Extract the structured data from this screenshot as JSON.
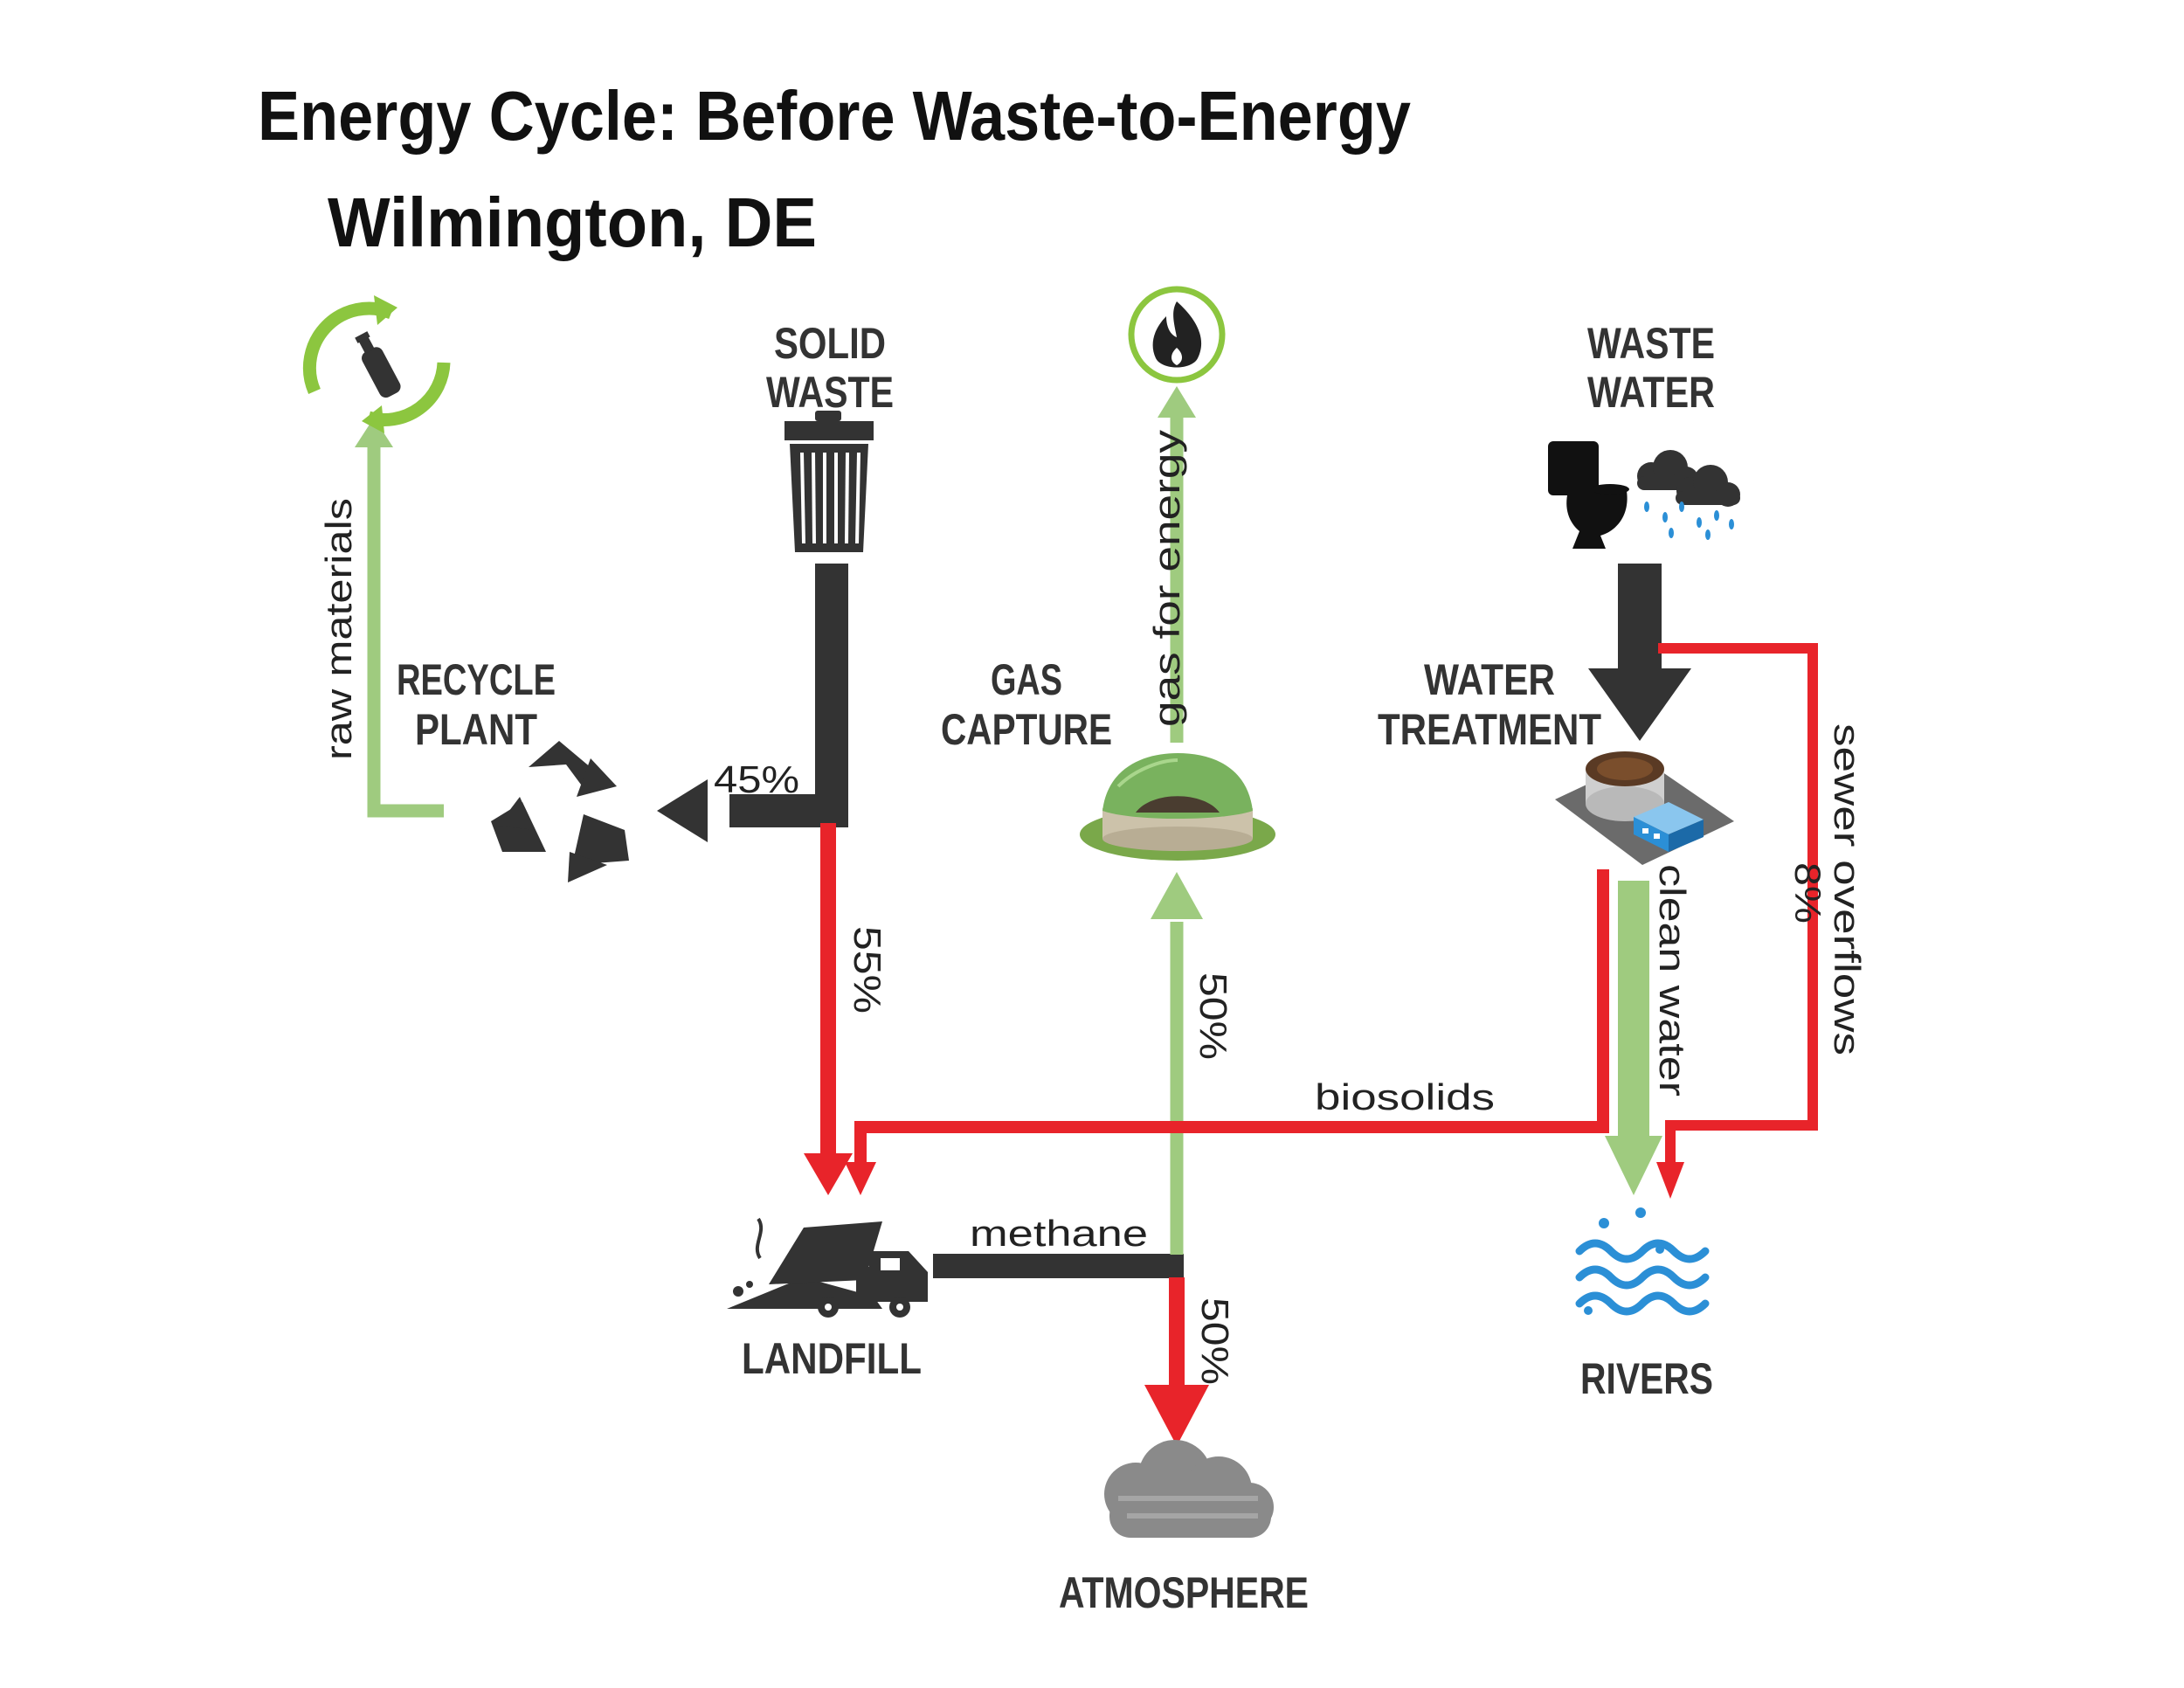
{
  "title": {
    "line1": "Energy Cycle: Before Waste-to-Energy",
    "line2": "Wilmington, DE"
  },
  "nodes": {
    "solid_waste": [
      "SOLID",
      "WASTE"
    ],
    "waste_water": [
      "WASTE",
      "WATER"
    ],
    "recycle_plant": [
      "RECYCLE",
      "PLANT"
    ],
    "gas_capture": [
      "GAS",
      "CAPTURE"
    ],
    "water_treatment": [
      "WATER",
      "TREATMENT"
    ],
    "landfill": "LANDFILL",
    "rivers": "RIVERS",
    "atmosphere": "ATMOSPHERE"
  },
  "flows": {
    "raw_materials": "raw materials",
    "gas_for_energy": "gas for energy",
    "to_recycle": "45%",
    "to_landfill": "55%",
    "to_gas_capture": "50%",
    "to_atmosphere": "50%",
    "methane": "methane",
    "biosolids": "biosolids",
    "clean_water": "clean water",
    "sewer_overflows": "sewer overflows",
    "sewer_pct": "8%"
  },
  "icons": {
    "recycle_materials": "recycled-bottle-icon",
    "gas_energy": "flame-icon",
    "solid_waste": "trash-can-icon",
    "waste_water": "toilet-rain-icon",
    "recycle_plant": "recycle-symbol-icon",
    "gas_capture": "biogas-dome-icon",
    "water_treatment": "treatment-plant-icon",
    "landfill": "dump-truck-icon",
    "rivers": "water-waves-icon",
    "atmosphere": "smog-cloud-icon"
  },
  "colors": {
    "dark": "#333333",
    "red": "#e8242a",
    "green": "#9fcb7f",
    "green_ring": "#8cc63f",
    "water_blue": "#2b8fd6"
  }
}
